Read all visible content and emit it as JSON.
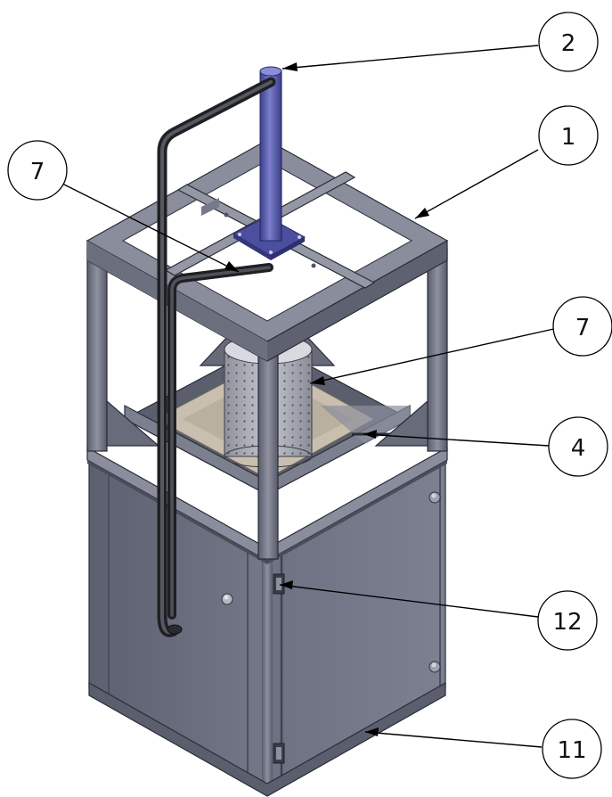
{
  "callouts": [
    {
      "id": "c2",
      "label": "2"
    },
    {
      "id": "c1",
      "label": "1"
    },
    {
      "id": "c7a",
      "label": "7"
    },
    {
      "id": "c7b",
      "label": "7"
    },
    {
      "id": "c4",
      "label": "4"
    },
    {
      "id": "c12",
      "label": "12"
    },
    {
      "id": "c11",
      "label": "11"
    }
  ],
  "colors": {
    "frame": "#7c7f8e",
    "frame_dark": "#4e5160",
    "frame_light": "#a6a9b6",
    "panel": "#6d7080",
    "panel_dark": "#5a5d6c",
    "shaft": "#4c4fa0",
    "shaft_light": "#7579c8",
    "pipe": "#2f3136",
    "tray": "#c9bfae",
    "basket": "#aeb0bb"
  }
}
